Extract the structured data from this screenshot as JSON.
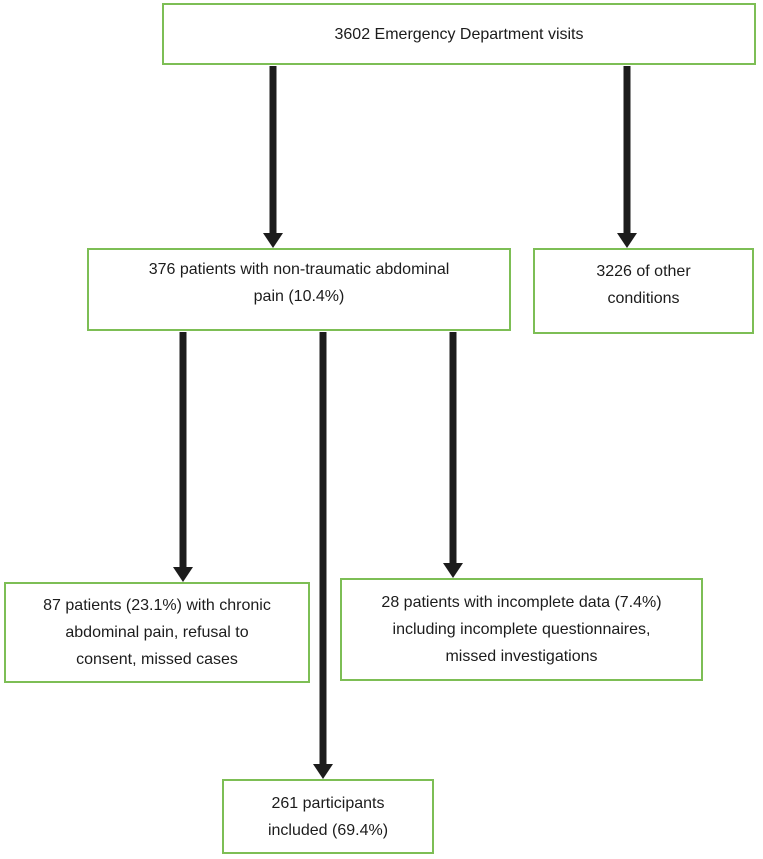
{
  "diagram": {
    "type": "flowchart",
    "colors": {
      "background": "#ffffff",
      "box_border": "#7dbe55",
      "text": "#1c1c1c",
      "arrow": "#1c1c1c"
    },
    "boxes": [
      {
        "id": "ed-visits",
        "lines": [
          "3602 Emergency Department visits"
        ]
      },
      {
        "id": "non-traumatic-abdominal-pain",
        "lines": [
          "376 patients with non-traumatic abdominal",
          "pain (10.4%)"
        ]
      },
      {
        "id": "other-conditions",
        "lines": [
          "3226 of other",
          "conditions"
        ]
      },
      {
        "id": "excluded-chronic",
        "lines": [
          "87 patients (23.1%) with chronic",
          "abdominal pain, refusal to",
          "consent, missed cases"
        ]
      },
      {
        "id": "incomplete-data",
        "lines": [
          "28 patients with incomplete data (7.4%)",
          "including incomplete questionnaires,",
          "missed investigations"
        ]
      },
      {
        "id": "included",
        "lines": [
          "261 participants",
          "included (69.4%)"
        ]
      }
    ],
    "arrows": [
      {
        "from": "ed-visits",
        "to": "non-traumatic-abdominal-pain"
      },
      {
        "from": "ed-visits",
        "to": "other-conditions"
      },
      {
        "from": "non-traumatic-abdominal-pain",
        "to": "excluded-chronic"
      },
      {
        "from": "non-traumatic-abdominal-pain",
        "to": "included"
      },
      {
        "from": "non-traumatic-abdominal-pain",
        "to": "incomplete-data"
      }
    ]
  }
}
